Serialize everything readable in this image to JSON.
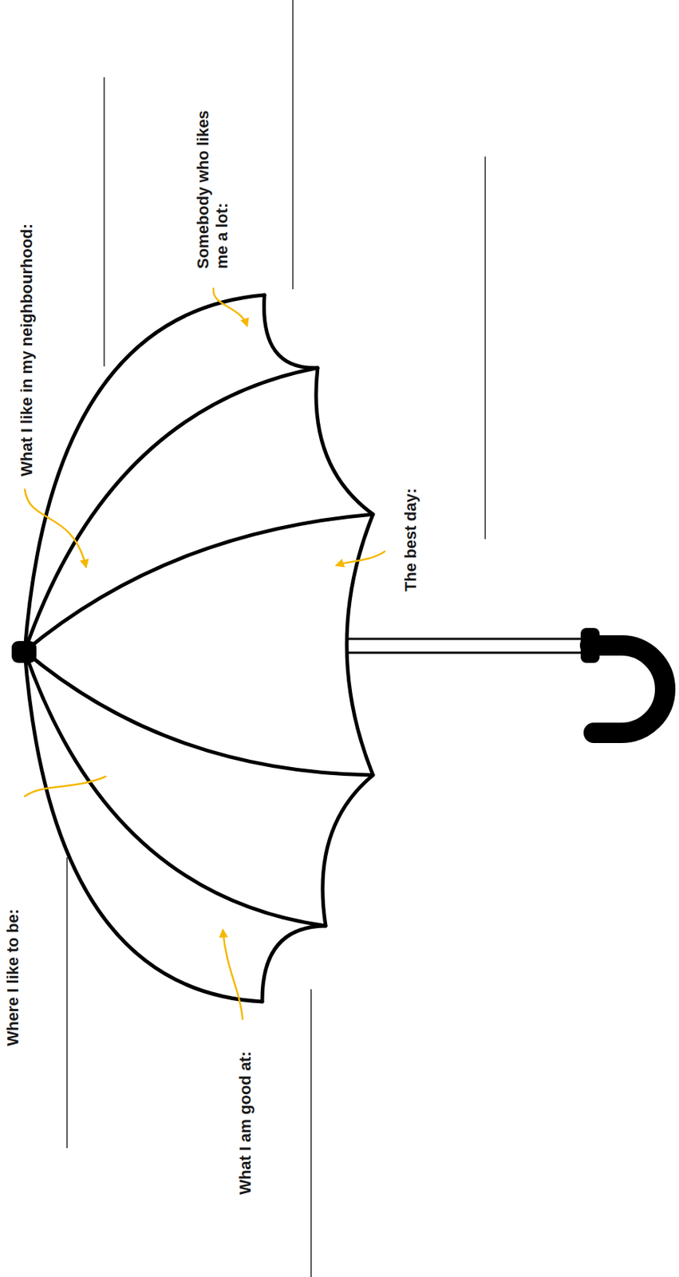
{
  "diagram": {
    "labels": [
      "What I like in my neighbourhood:",
      "Somebody who likes me a lot:",
      "The best day:",
      "Where I like to be:",
      "What I am good at:"
    ]
  }
}
